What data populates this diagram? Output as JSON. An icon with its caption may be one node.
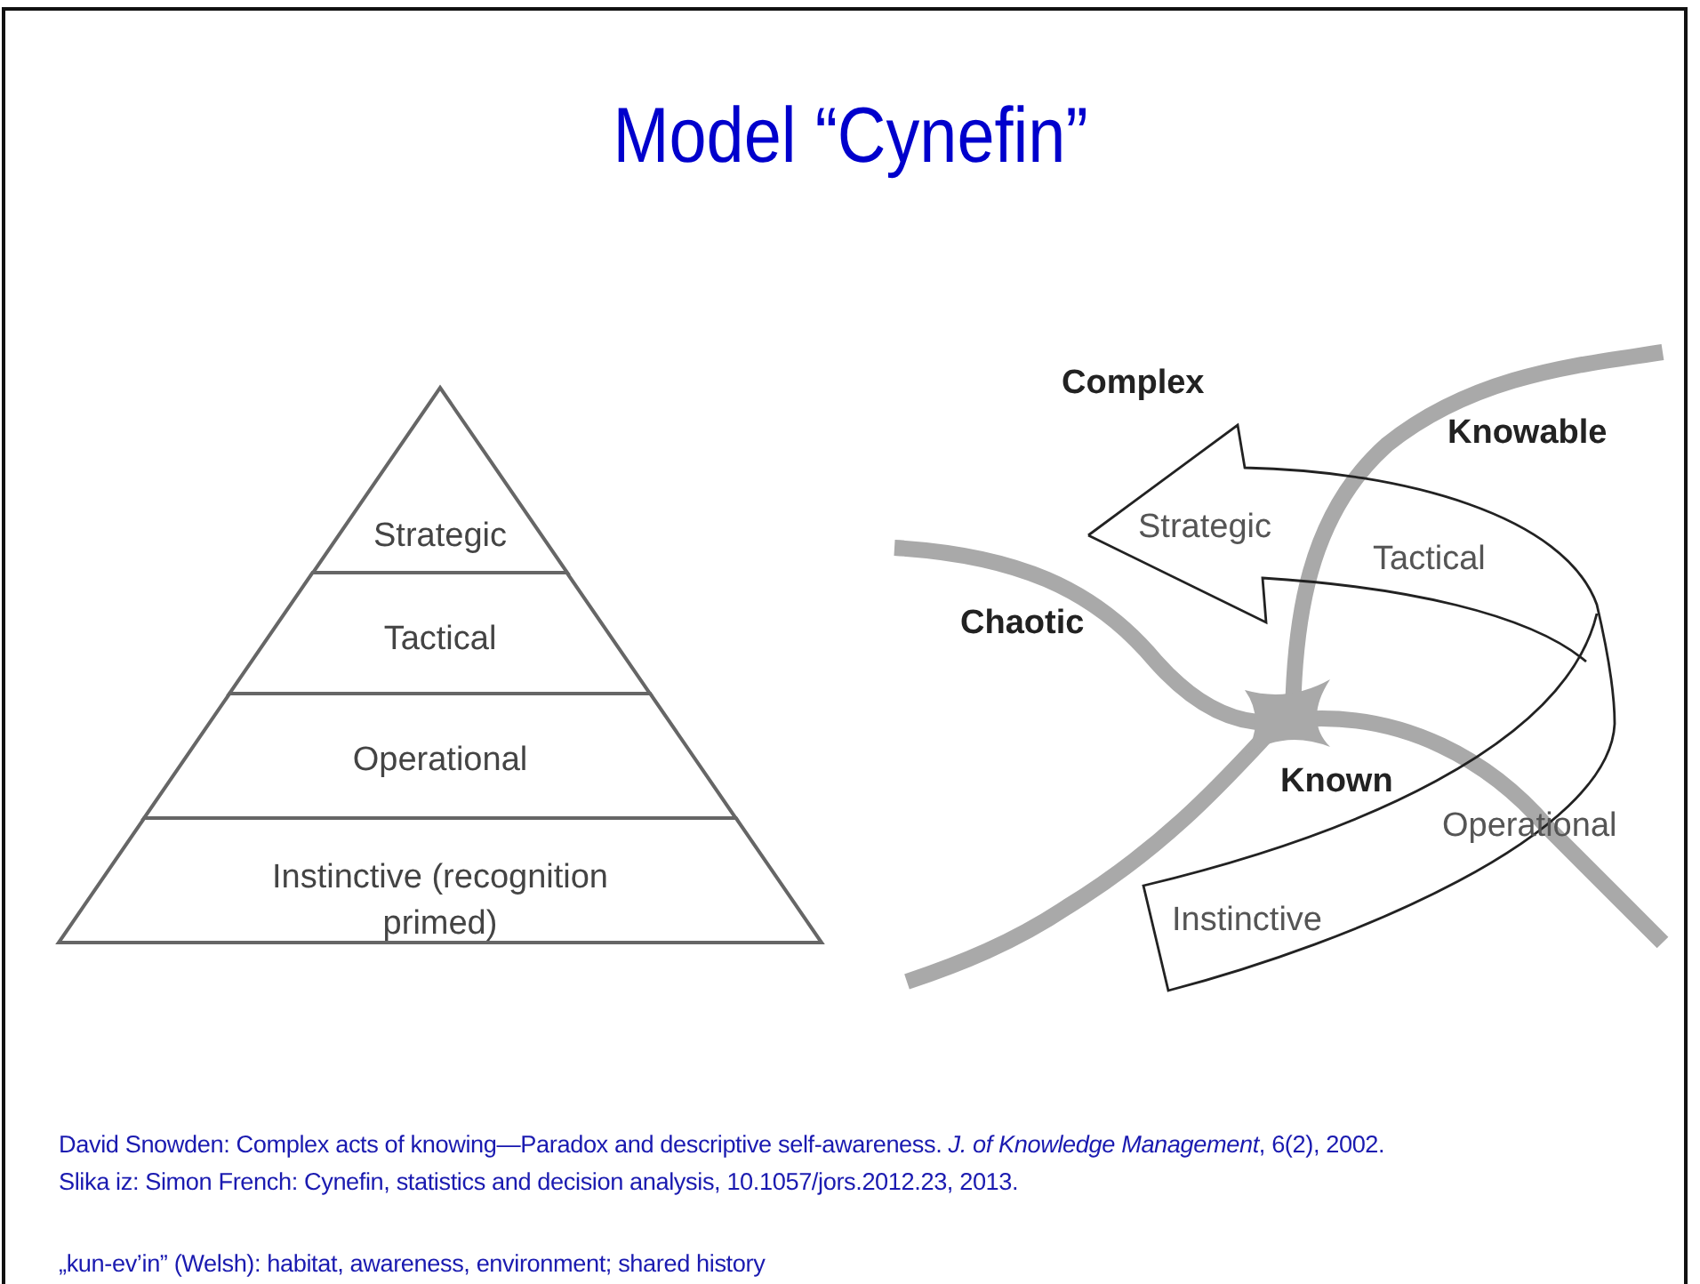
{
  "diagram": {
    "title": "Model “Cynefin”",
    "nodes": [
      {
        "text": [
          "Strategic"
        ]
      },
      {
        "text": [
          "Tactical"
        ]
      },
      {
        "text": [
          "Operational"
        ]
      },
      {
        "text": [
          "Instinctive (recognition primed)"
        ]
      }
    ],
    "labels": [
      "Complex",
      "Knowable",
      "Strategic",
      "Tactical",
      "Chaotic",
      "Known",
      "Operational",
      "Instinctive",
      "David Snowden: Complex acts of knowing—Paradox and descriptive self-awareness. *J. of Knowledge Management*, 6(2), 2002.",
      "Slika iz: Simon French: Cynefin, statistics and decision analysis, 10.1057/jors.2012.23, 2013.",
      "„kun-ev’in” (Welsh): habitat, awareness, environment; shared history"
    ]
  }
}
